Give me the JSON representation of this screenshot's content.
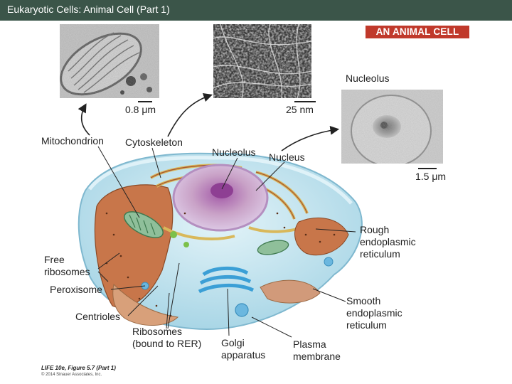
{
  "title_bar": "Eukaryotic Cells: Animal Cell (Part 1)",
  "badge": "AN ANIMAL CELL",
  "scale_bars": {
    "mitochondrion": "0.8 μm",
    "cytoskeleton": "25 nm",
    "nucleolus": "1.5 μm"
  },
  "labels": {
    "mitochondrion": "Mitochondrion",
    "cytoskeleton": "Cytoskeleton",
    "nucleolus_inset": "Nucleolus",
    "nucleolus": "Nucleolus",
    "nucleus": "Nucleus",
    "rough_er": [
      "Rough",
      "endoplasmic",
      "reticulum"
    ],
    "free_ribosomes": [
      "Free",
      "ribosomes"
    ],
    "peroxisome": "Peroxisome",
    "centrioles": "Centrioles",
    "ribosomes_rer": [
      "Ribosomes",
      "(bound to RER)"
    ],
    "golgi": [
      "Golgi",
      "apparatus"
    ],
    "smooth_er": [
      "Smooth",
      "endoplasmic",
      "reticulum"
    ],
    "plasma_membrane": [
      "Plasma",
      "membrane"
    ]
  },
  "credit": {
    "figure": "LIFE 10e, Figure 5.7 (Part 1)",
    "copyright": "© 2014 Sinauer Associates, Inc."
  },
  "colors": {
    "title_bar": "#3b5549",
    "badge": "#c0392b",
    "cytoplasm": "#bfe3ef",
    "rough_er": "#c8764a",
    "nucleus": "#c9a2c7",
    "golgi": "#3b9fd6"
  }
}
